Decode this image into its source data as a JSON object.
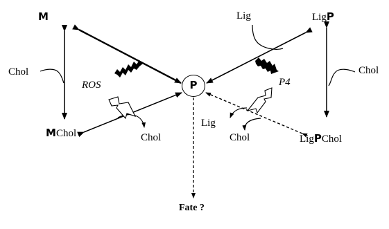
{
  "diagram": {
    "center_label": "P",
    "nodes": {
      "m": {
        "main": "M",
        "suffix": ""
      },
      "m_chol": {
        "main": "M",
        "suffix": "Chol"
      },
      "lig_p": {
        "prefix": "Lig",
        "main": "P"
      },
      "lig_p_chol": {
        "prefix": "Lig",
        "main": "P",
        "suffix": "Chol"
      },
      "fate": "Fate ?"
    },
    "labels": {
      "chol_left": "Chol",
      "chol_bottom_left": "Chol",
      "chol_right": "Chol",
      "chol_bottom_right": "Chol",
      "lig_top": "Lig",
      "lig_bottom": "Lig",
      "ros": "ROS",
      "p4": "P4"
    }
  }
}
